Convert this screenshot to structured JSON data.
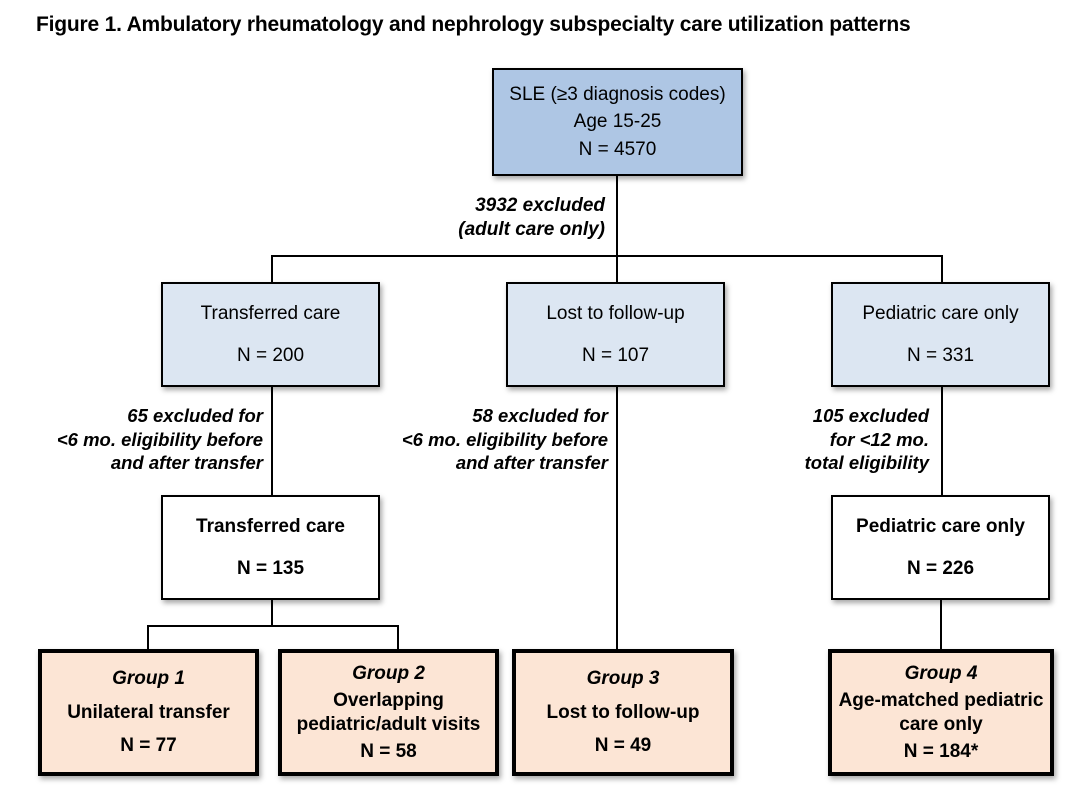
{
  "figure": {
    "title": "Figure 1. Ambulatory rheumatology and nephrology subspecialty care utilization patterns"
  },
  "colors": {
    "root_fill": "#aec6e4",
    "level1_fill": "#dce6f2",
    "subset_fill": "#ffffff",
    "group_fill": "#fce5d5",
    "line_color": "#000000"
  },
  "nodes": {
    "root": {
      "line1": "SLE (≥3  diagnosis codes)",
      "line2": "Age 15-25",
      "line3": "N = 4570"
    },
    "transferred": {
      "label": "Transferred care",
      "n": "N = 200"
    },
    "lost": {
      "label": "Lost to follow-up",
      "n": "N = 107"
    },
    "pediatric": {
      "label": "Pediatric care only",
      "n": "N = 331"
    },
    "transferred_subset": {
      "label": "Transferred care",
      "n": "N = 135"
    },
    "pediatric_subset": {
      "label": "Pediatric care only",
      "n": "N = 226"
    }
  },
  "annotations": {
    "root_excluded": {
      "line1": "3932 excluded",
      "line2": "(adult care only)"
    },
    "transferred_excluded": {
      "line1": "65 excluded for",
      "line2": "<6 mo. eligibility before",
      "line3": "and after transfer"
    },
    "lost_excluded": {
      "line1": "58 excluded for",
      "line2": "<6 mo. eligibility before",
      "line3": "and after transfer"
    },
    "pediatric_excluded": {
      "line1": "105 excluded",
      "line2": "for <12 mo.",
      "line3": "total eligibility"
    }
  },
  "groups": {
    "group1": {
      "name": "Group 1",
      "label": "Unilateral transfer",
      "n": "N = 77"
    },
    "group2": {
      "name": "Group 2",
      "label": "Overlapping pediatric/adult visits",
      "n": "N = 58"
    },
    "group3": {
      "name": "Group 3",
      "label": "Lost to follow-up",
      "n": "N = 49"
    },
    "group4": {
      "name": "Group 4",
      "label": "Age-matched pediatric care only",
      "n": "N = 184*"
    }
  }
}
